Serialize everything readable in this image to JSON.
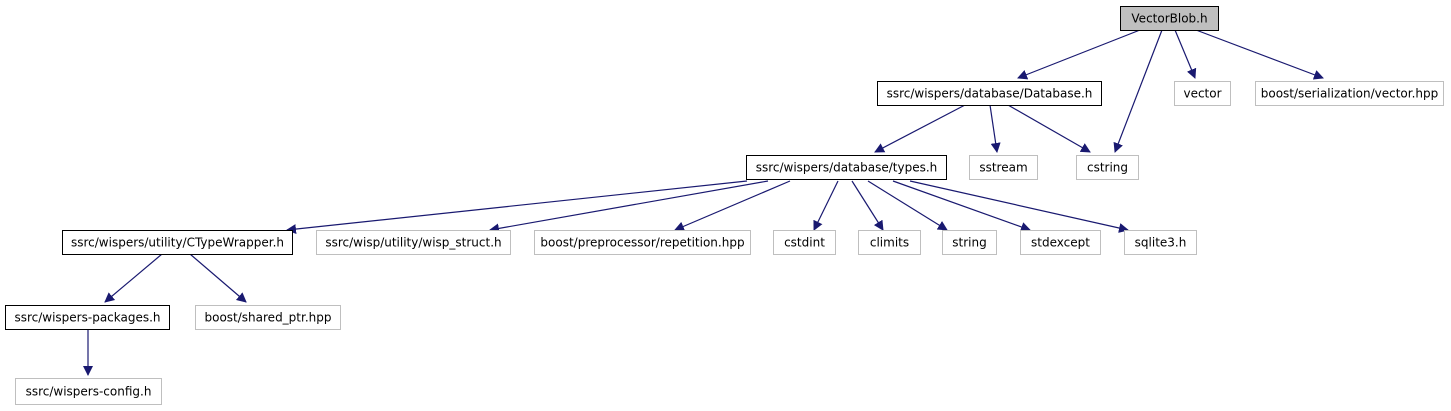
{
  "diagram": {
    "colors": {
      "edge": "#191970",
      "root_fill": "#bfbfbf",
      "documented_border": "#000000",
      "external_border": "#bfbfbf",
      "node_fill": "#ffffff",
      "text": "#000000"
    },
    "nodes": [
      {
        "id": "vectorblob",
        "label": "VectorBlob.h",
        "kind": "root"
      },
      {
        "id": "database",
        "label": "ssrc/wispers/database/Database.h",
        "kind": "documented"
      },
      {
        "id": "vector",
        "label": "vector",
        "kind": "external"
      },
      {
        "id": "boost_vector",
        "label": "boost/serialization/vector.hpp",
        "kind": "external"
      },
      {
        "id": "types",
        "label": "ssrc/wispers/database/types.h",
        "kind": "documented"
      },
      {
        "id": "sstream",
        "label": "sstream",
        "kind": "external"
      },
      {
        "id": "cstring",
        "label": "cstring",
        "kind": "external"
      },
      {
        "id": "ctypewrapper",
        "label": "ssrc/wispers/utility/CTypeWrapper.h",
        "kind": "documented"
      },
      {
        "id": "wisp_struct",
        "label": "ssrc/wisp/utility/wisp_struct.h",
        "kind": "external"
      },
      {
        "id": "repetition",
        "label": "boost/preprocessor/repetition.hpp",
        "kind": "external"
      },
      {
        "id": "cstdint",
        "label": "cstdint",
        "kind": "external"
      },
      {
        "id": "climits",
        "label": "climits",
        "kind": "external"
      },
      {
        "id": "string",
        "label": "string",
        "kind": "external"
      },
      {
        "id": "stdexcept",
        "label": "stdexcept",
        "kind": "external"
      },
      {
        "id": "sqlite3",
        "label": "sqlite3.h",
        "kind": "external"
      },
      {
        "id": "packages",
        "label": "ssrc/wispers-packages.h",
        "kind": "documented"
      },
      {
        "id": "shared_ptr",
        "label": "boost/shared_ptr.hpp",
        "kind": "external"
      },
      {
        "id": "config",
        "label": "ssrc/wispers-config.h",
        "kind": "external"
      }
    ],
    "edges": [
      {
        "from": "vectorblob",
        "to": "database"
      },
      {
        "from": "vectorblob",
        "to": "cstring"
      },
      {
        "from": "vectorblob",
        "to": "vector"
      },
      {
        "from": "vectorblob",
        "to": "boost_vector"
      },
      {
        "from": "database",
        "to": "types"
      },
      {
        "from": "database",
        "to": "sstream"
      },
      {
        "from": "database",
        "to": "cstring"
      },
      {
        "from": "types",
        "to": "ctypewrapper"
      },
      {
        "from": "types",
        "to": "wisp_struct"
      },
      {
        "from": "types",
        "to": "repetition"
      },
      {
        "from": "types",
        "to": "cstdint"
      },
      {
        "from": "types",
        "to": "climits"
      },
      {
        "from": "types",
        "to": "string"
      },
      {
        "from": "types",
        "to": "stdexcept"
      },
      {
        "from": "types",
        "to": "sqlite3"
      },
      {
        "from": "ctypewrapper",
        "to": "packages"
      },
      {
        "from": "ctypewrapper",
        "to": "shared_ptr"
      },
      {
        "from": "packages",
        "to": "config"
      }
    ]
  }
}
